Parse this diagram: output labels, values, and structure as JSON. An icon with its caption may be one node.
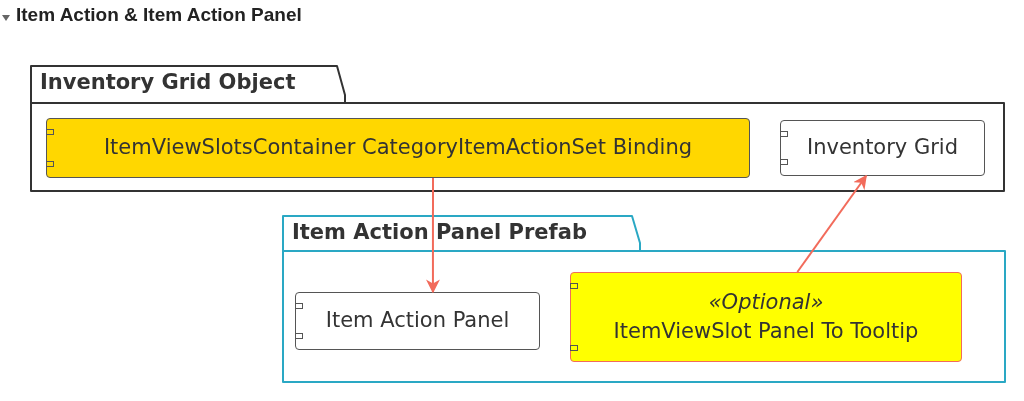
{
  "diagram": {
    "title": "Item Action & Item Action Panel",
    "nodes": [
      {
        "text": [
          "Inventory Grid Object"
        ]
      },
      {
        "text": [
          "ItemViewSlotsContainer CategoryItemActionSet Binding"
        ],
        "in": 0
      },
      {
        "text": [
          "Inventory Grid"
        ],
        "in": 0
      },
      {
        "text": [
          "Item Action Panel Prefab"
        ]
      },
      {
        "text": [
          "Item Action Panel"
        ],
        "in": 3
      },
      {
        "text": [
          "«Optional»",
          "ItemViewSlot Panel To Tooltip"
        ],
        "in": 3
      }
    ],
    "edges": [
      {
        "from": 1,
        "to": 4,
        "arrow": "to",
        "color": "#f26b5b"
      },
      {
        "from": 5,
        "to": 2,
        "arrow": "to",
        "color": "#f26b5b"
      }
    ]
  }
}
